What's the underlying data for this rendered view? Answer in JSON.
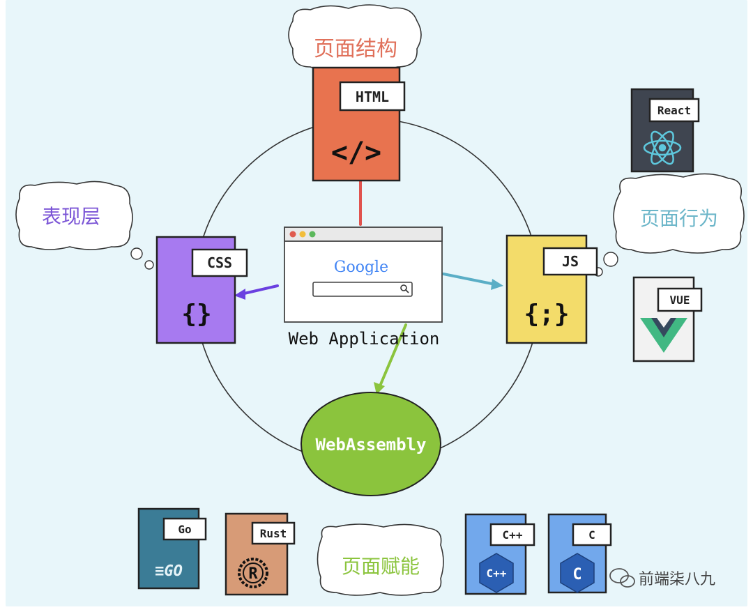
{
  "labels": {
    "page_structure": "页面结构",
    "presentation_layer": "表现层",
    "page_behavior": "页面行为",
    "page_empowerment": "页面赋能",
    "web_application": "Web Application",
    "google": "Google",
    "webassembly": "WebAssembly",
    "watermark": "前端柒八九"
  },
  "cards": {
    "html": {
      "tag": "HTML",
      "symbol": "</>"
    },
    "css": {
      "tag": "CSS",
      "symbol": "{}"
    },
    "js": {
      "tag": "JS",
      "symbol": "{;}"
    },
    "react": {
      "tag": "React"
    },
    "vue": {
      "tag": "VUE"
    },
    "go": {
      "tag": "Go",
      "logo": "≡GO"
    },
    "rust": {
      "tag": "Rust",
      "logo": "R"
    },
    "cpp": {
      "tag": "C++",
      "logo": "C++"
    },
    "c": {
      "tag": "C",
      "logo": "C"
    }
  },
  "colors": {
    "background": "#e8f6fa",
    "html": "#e8734f",
    "css": "#a77af0",
    "js": "#f3dc6a",
    "react": "#3f4550",
    "react_atom": "#5ec8dd",
    "vue_bg": "#f2f2f2",
    "vue_green": "#41b883",
    "vue_dark": "#35495e",
    "go": "#3b7c96",
    "rust": "#d79b77",
    "cpp": "#72a8ec",
    "c": "#72a8ec",
    "wasm": "#8bc43d",
    "html_label": "#e0705a",
    "css_label": "#7b55d6",
    "js_label": "#6cb6c9",
    "wasm_label": "#8bc43d"
  },
  "icons": [
    "react-atom-icon",
    "vue-logo-icon",
    "go-logo-icon",
    "rust-logo-icon",
    "cpp-logo-icon",
    "c-logo-icon",
    "search-icon",
    "wechat-icon"
  ]
}
